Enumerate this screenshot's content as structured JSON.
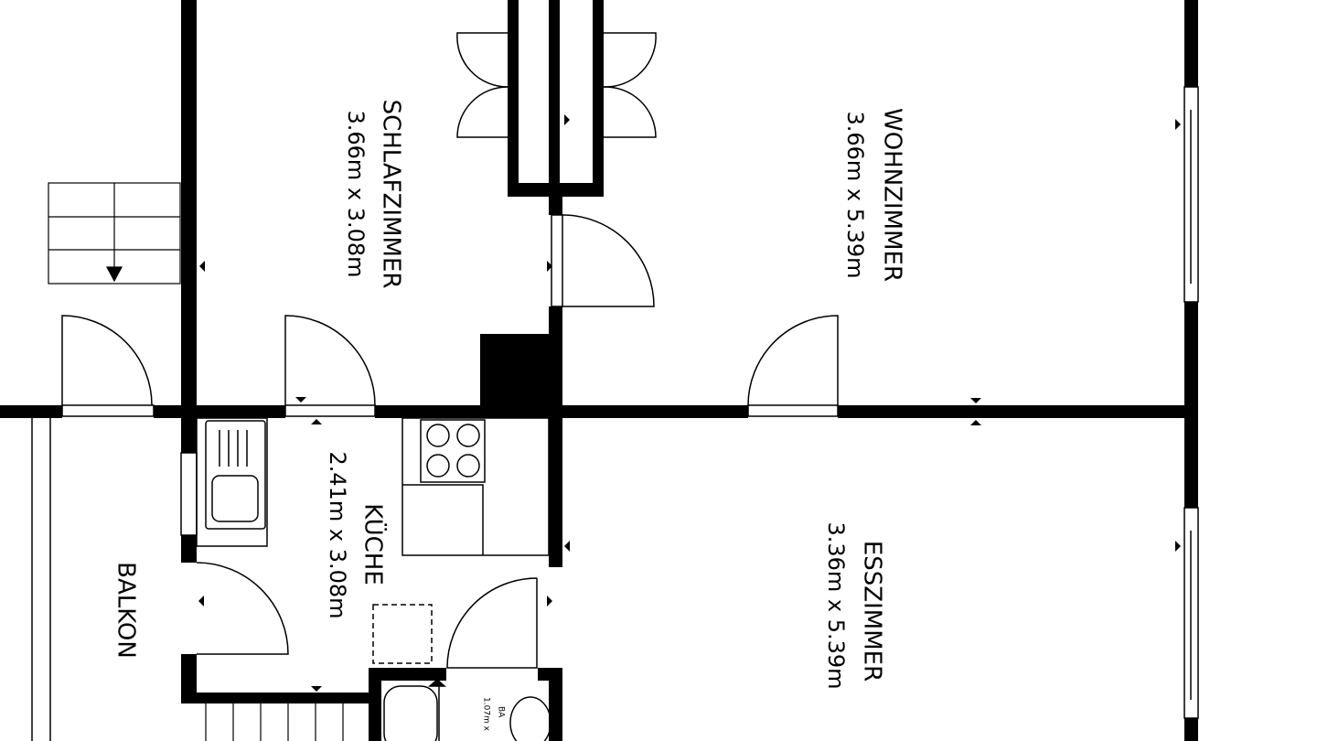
{
  "rooms": [
    {
      "name": "SCHLAFZIMMER",
      "size": "3.66m x 3.08m"
    },
    {
      "name": "WOHNZIMMER",
      "size": "3.66m x 5.39m"
    },
    {
      "name": "KÜCHE",
      "size": "2.41m x 3.08m"
    },
    {
      "name": "ESSZIMMER",
      "size": "3.36m x 5.39m"
    },
    {
      "name": "BALKON",
      "size": ""
    },
    {
      "name": "BA",
      "size": "1.07m x"
    }
  ],
  "colors": {
    "wall": "#000000",
    "background": "#ffffff"
  }
}
